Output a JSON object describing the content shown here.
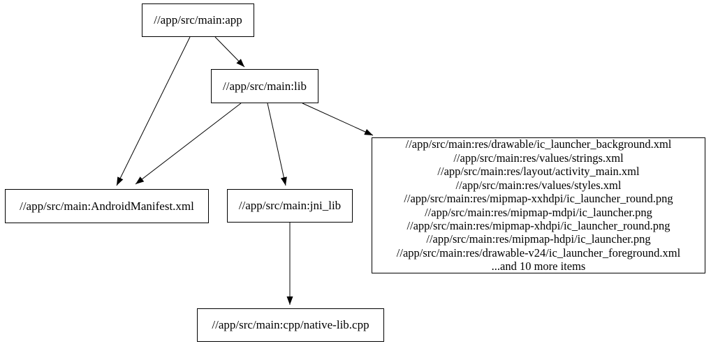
{
  "graph": {
    "background_color": "#ffffff",
    "node_border_color": "#000000",
    "edge_color": "#000000",
    "text_color": "#000000",
    "nodes": {
      "app": {
        "label": "//app/src/main:app"
      },
      "lib": {
        "label": "//app/src/main:lib"
      },
      "manifest": {
        "label": "//app/src/main:AndroidManifest.xml"
      },
      "jni_lib": {
        "label": "//app/src/main:jni_lib"
      },
      "cpp": {
        "label": "//app/src/main:cpp/native-lib.cpp"
      },
      "resources": {
        "lines": [
          "//app/src/main:res/drawable/ic_launcher_background.xml",
          "//app/src/main:res/values/strings.xml",
          "//app/src/main:res/layout/activity_main.xml",
          "//app/src/main:res/values/styles.xml",
          "//app/src/main:res/mipmap-xxhdpi/ic_launcher_round.png",
          "//app/src/main:res/mipmap-mdpi/ic_launcher.png",
          "//app/src/main:res/mipmap-xhdpi/ic_launcher_round.png",
          "//app/src/main:res/mipmap-hdpi/ic_launcher.png",
          "//app/src/main:res/drawable-v24/ic_launcher_foreground.xml",
          "...and 10 more items"
        ]
      }
    },
    "edges": [
      {
        "from": "app",
        "to": "lib"
      },
      {
        "from": "app",
        "to": "manifest"
      },
      {
        "from": "lib",
        "to": "manifest"
      },
      {
        "from": "lib",
        "to": "jni_lib"
      },
      {
        "from": "lib",
        "to": "resources"
      },
      {
        "from": "jni_lib",
        "to": "cpp"
      }
    ]
  }
}
